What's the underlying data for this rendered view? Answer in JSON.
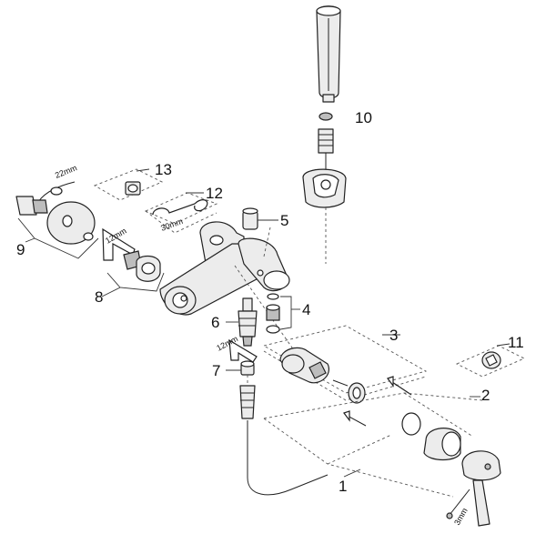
{
  "callouts": {
    "c1": "1",
    "c2": "2",
    "c3": "3",
    "c4": "4",
    "c5": "5",
    "c6": "6",
    "c7": "7",
    "c8": "8",
    "c9": "9",
    "c10": "10",
    "c11": "11",
    "c12": "12",
    "c13": "13"
  },
  "dimensions": {
    "hex_22": "22mm",
    "hex_12_top": "12mm",
    "wrench_30": "30mm",
    "hex_12_bottom": "12mm",
    "hex_3": "3mm"
  },
  "colors": {
    "line": "#222222",
    "fill": "#ececec",
    "background": "#ffffff"
  }
}
